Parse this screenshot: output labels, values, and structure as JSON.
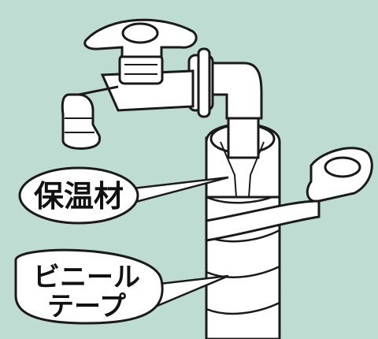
{
  "labels": {
    "insulation": "保温材",
    "vinyl_tape_line1": "ビニール",
    "vinyl_tape_line2": "テープ"
  },
  "colors": {
    "background": "#bfdcd2",
    "outline": "#1a1a1a",
    "fill": "#ffffff"
  }
}
